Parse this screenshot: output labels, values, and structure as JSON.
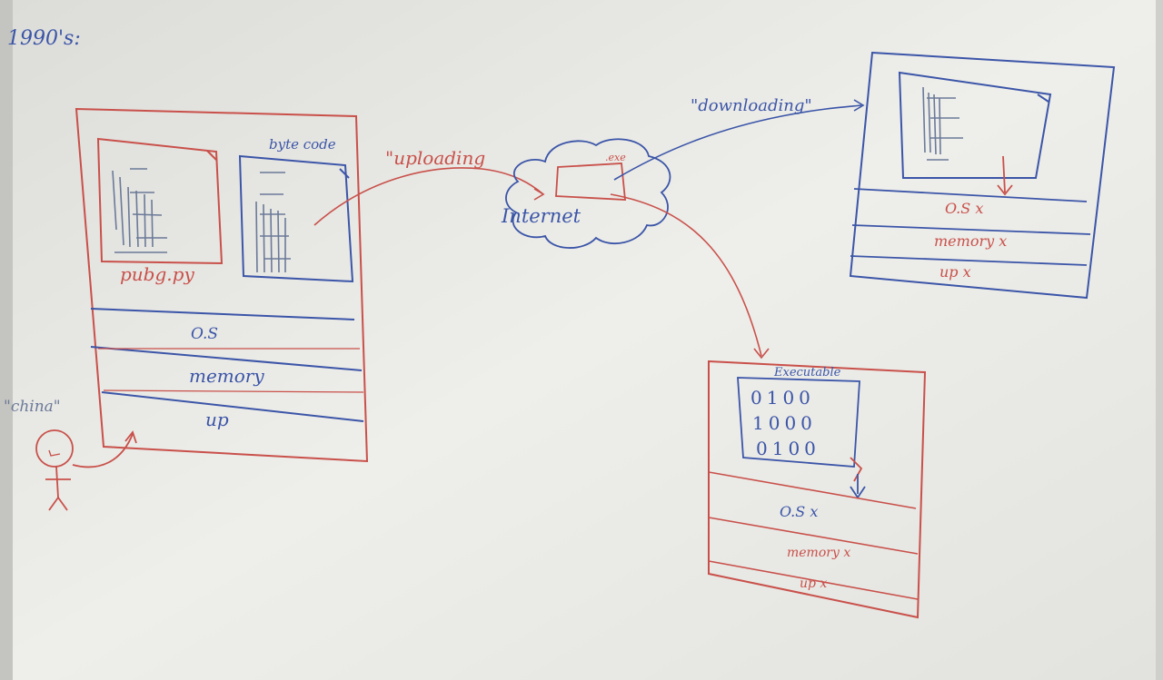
{
  "colors": {
    "board": "#e8e8e4",
    "blue_marker": "#3b55a8",
    "red_marker": "#c9504a"
  },
  "header": {
    "era": "1990's:"
  },
  "source_machine": {
    "source_file_label": "pubg.py",
    "bytecode_label": "byte code",
    "layers": [
      "O.S",
      "memory",
      "up"
    ]
  },
  "user": {
    "label": "\"china\""
  },
  "arrows": {
    "upload": "\"uploading",
    "download": "\"downloading\""
  },
  "cloud": {
    "label": "Internet",
    "file_label": ".exe"
  },
  "target_machine": {
    "layers": [
      "O.S x",
      "memory x",
      "up x"
    ]
  },
  "exe_machine": {
    "title": "Executable",
    "binary": [
      "0100",
      "1000",
      "0100"
    ],
    "layers": [
      "O.S x",
      "memory x",
      "up x"
    ]
  }
}
